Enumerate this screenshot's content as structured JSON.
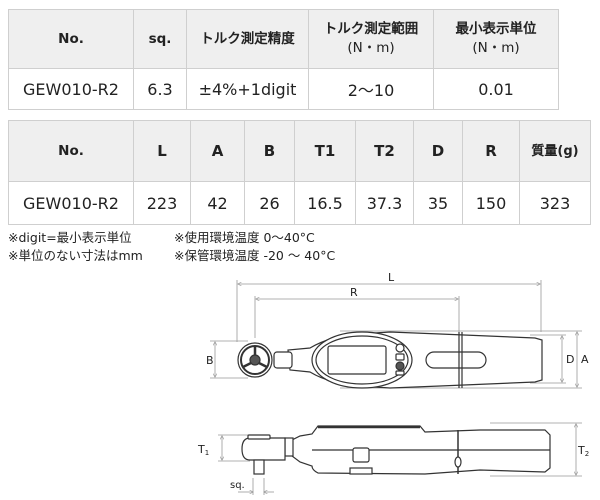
{
  "spec_table": {
    "headers": [
      "No.",
      "sq.",
      "トルク測定精度",
      "トルク測定範囲\n(N・m)",
      "最小表示単位\n(N・m)"
    ],
    "header_lines": [
      [
        "No."
      ],
      [
        "sq."
      ],
      [
        "トルク測定精度"
      ],
      [
        "トルク測定範囲",
        "(N・m)"
      ],
      [
        "最小表示単位",
        "(N・m)"
      ]
    ],
    "row": [
      "GEW010-R2",
      "6.3",
      "±4%+1digit",
      "2〜10",
      "0.01"
    ]
  },
  "dimension_table": {
    "headers": [
      "No.",
      "L",
      "A",
      "B",
      "T1",
      "T2",
      "D",
      "R",
      "質量(g)"
    ],
    "row": [
      "GEW010-R2",
      "223",
      "42",
      "26",
      "16.5",
      "37.3",
      "35",
      "150",
      "323"
    ]
  },
  "notes": [
    [
      "※digit=最小表示単位",
      "※使用環境温度 0〜40°C"
    ],
    [
      "※単位のない寸法はmm",
      "※保管環境温度 -20 〜 40°C"
    ]
  ],
  "diagram": {
    "labels": {
      "L": "L",
      "R": "R",
      "B": "B",
      "D": "D",
      "A": "A",
      "T1": "T",
      "T1_sub": "1",
      "T2": "T",
      "T2_sub": "2",
      "sq": "sq."
    }
  }
}
